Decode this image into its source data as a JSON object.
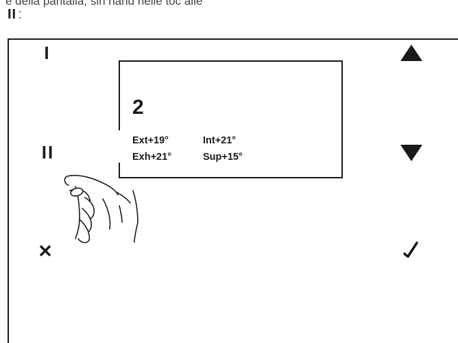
{
  "header": {
    "cropped_text": "e della pantalla, sin hand nelle toc alle",
    "step_label": "II",
    "colon": ":"
  },
  "keypad": {
    "key_one": "I",
    "key_two": "II",
    "key_cancel": "✕"
  },
  "display": {
    "value": "2",
    "readings": {
      "ext": "Ext+19°",
      "int": "Int+21°",
      "exh": "Exh+21°",
      "sup": "Sup+15°"
    }
  },
  "icons": {
    "up": "up-arrow-icon",
    "down": "down-arrow-icon",
    "confirm": "check-icon",
    "cancel": "close-icon",
    "hand": "pointing-hand-icon"
  },
  "colors": {
    "ink": "#1a1a1a",
    "accent": "#e0197a",
    "background": "#ffffff"
  }
}
